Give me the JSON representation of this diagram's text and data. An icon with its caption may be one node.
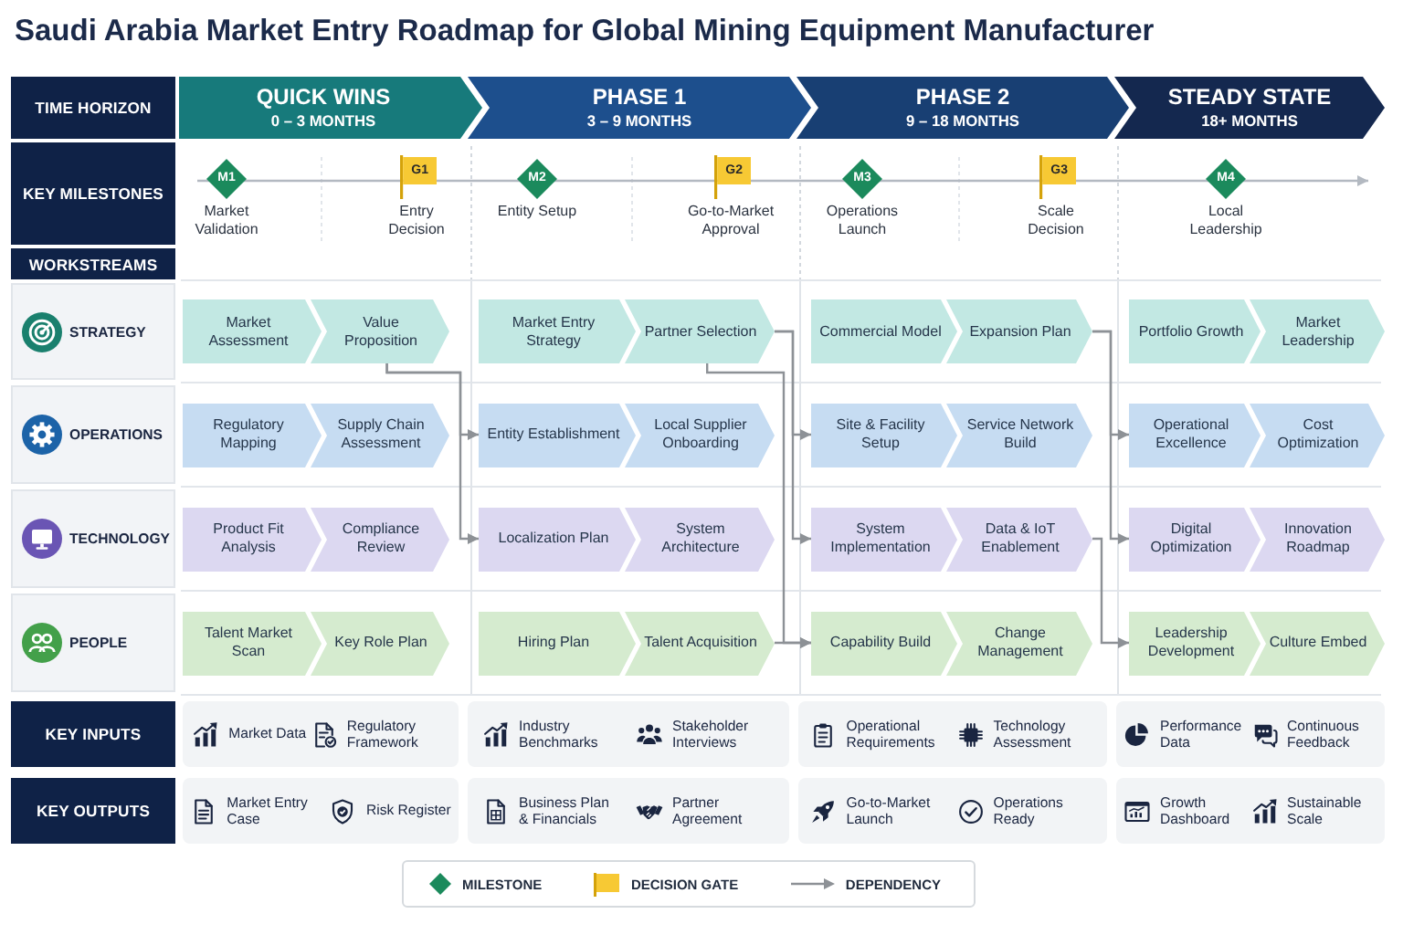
{
  "diagram": {
    "title": "Saudi Arabia Market Entry Roadmap for Global Mining Equipment Manufacturer",
    "nodes": [
      {
        "text": [
          "TIME HORIZON"
        ]
      },
      {
        "text": [
          "QUICK WINS",
          "0 – 3 MONTHS"
        ]
      },
      {
        "text": [
          "PHASE 1",
          "3 – 9 MONTHS"
        ]
      },
      {
        "text": [
          "PHASE 2",
          "9 – 18 MONTHS"
        ]
      },
      {
        "text": [
          "STEADY STATE",
          "18+ MONTHS"
        ]
      },
      {
        "text": [
          "KEY MILESTONES"
        ]
      },
      {
        "text": [
          "M1"
        ],
        "beside": [
          "Market Validation"
        ]
      },
      {
        "text": [
          "G1"
        ],
        "beside": [
          "Entry Decision"
        ]
      },
      {
        "text": [
          "M2"
        ],
        "beside": [
          "Entity Setup"
        ]
      },
      {
        "text": [
          "G2"
        ],
        "beside": [
          "Go-to-Market Approval"
        ]
      },
      {
        "text": [
          "M3"
        ],
        "beside": [
          "Operations Launch"
        ]
      },
      {
        "text": [
          "G3"
        ],
        "beside": [
          "Scale Decision"
        ]
      },
      {
        "text": [
          "M4"
        ],
        "beside": [
          "Local Leadership"
        ]
      },
      {
        "text": [
          "WORKSTREAMS"
        ]
      },
      {
        "text": [
          "STRATEGY"
        ]
      },
      {
        "text": [
          "Market Assessment"
        ]
      },
      {
        "text": [
          "Value Proposition"
        ]
      },
      {
        "text": [
          "Market Entry Strategy"
        ]
      },
      {
        "text": [
          "Partner Selection"
        ]
      },
      {
        "text": [
          "Commercial Model"
        ]
      },
      {
        "text": [
          "Expansion Plan"
        ]
      },
      {
        "text": [
          "Portfolio Growth"
        ]
      },
      {
        "text": [
          "Market Leadership"
        ]
      },
      {
        "text": [
          "OPERATIONS"
        ]
      },
      {
        "text": [
          "Regulatory Mapping"
        ]
      },
      {
        "text": [
          "Supply Chain Assessment"
        ]
      },
      {
        "text": [
          "Entity Establishment"
        ]
      },
      {
        "text": [
          "Local Supplier Onboarding"
        ]
      },
      {
        "text": [
          "Site & Facility Setup"
        ]
      },
      {
        "text": [
          "Service Network Build"
        ]
      },
      {
        "text": [
          "Operational Excellence"
        ]
      },
      {
        "text": [
          "Cost Optimization"
        ]
      },
      {
        "text": [
          "TECHNOLOGY"
        ]
      },
      {
        "text": [
          "Product Fit Analysis"
        ]
      },
      {
        "text": [
          "Compliance Review"
        ]
      },
      {
        "text": [
          "Localization Plan"
        ]
      },
      {
        "text": [
          "System Architecture"
        ]
      },
      {
        "text": [
          "System Implementation"
        ]
      },
      {
        "text": [
          "Data & IoT Enablement"
        ]
      },
      {
        "text": [
          "Digital Optimization"
        ]
      },
      {
        "text": [
          "Innovation Roadmap"
        ]
      },
      {
        "text": [
          "PEOPLE"
        ]
      },
      {
        "text": [
          "Talent Market Scan"
        ]
      },
      {
        "text": [
          "Key Role Plan"
        ]
      },
      {
        "text": [
          "Hiring Plan"
        ]
      },
      {
        "text": [
          "Talent Acquisition"
        ]
      },
      {
        "text": [
          "Capability Build"
        ]
      },
      {
        "text": [
          "Change Management"
        ]
      },
      {
        "text": [
          "Leadership Development"
        ]
      },
      {
        "text": [
          "Culture Embed"
        ]
      },
      {
        "text": [
          "KEY INPUTS"
        ]
      },
      {
        "text": [
          "Market Data",
          "Regulatory Framework"
        ]
      },
      {
        "text": [
          "Industry Benchmarks",
          "Stakeholder Interviews"
        ]
      },
      {
        "text": [
          "Operational Requirements",
          "Technology Assessment"
        ]
      },
      {
        "text": [
          "Performance Data",
          "Continuous Feedback"
        ]
      },
      {
        "text": [
          "KEY OUTPUTS"
        ]
      },
      {
        "text": [
          "Market Entry Case",
          "Risk Register"
        ]
      },
      {
        "text": [
          "Business Plan & Financials",
          "Partner Agreement"
        ]
      },
      {
        "text": [
          "Go-to-Market Launch",
          "Operations Ready"
        ]
      },
      {
        "text": [
          "Growth Dashboard",
          "Sustainable Scale"
        ]
      }
    ],
    "edges": [
      {
        "from": 16,
        "to": 26,
        "arrow": "to"
      },
      {
        "from": 16,
        "to": 35,
        "arrow": "to"
      },
      {
        "from": 18,
        "to": 28,
        "arrow": "to"
      },
      {
        "from": 18,
        "to": 37,
        "arrow": "to"
      },
      {
        "from": 18,
        "to": 46,
        "arrow": "to"
      },
      {
        "from": 45,
        "to": 46,
        "arrow": "to"
      },
      {
        "from": 20,
        "to": 30,
        "arrow": "to"
      },
      {
        "from": 20,
        "to": 39,
        "arrow": "to"
      },
      {
        "from": 38,
        "to": 48,
        "arrow": "to"
      }
    ],
    "legend": [
      {
        "text": "MILESTONE"
      },
      {
        "text": "DECISION GATE"
      },
      {
        "text": "DEPENDENCY"
      }
    ]
  }
}
